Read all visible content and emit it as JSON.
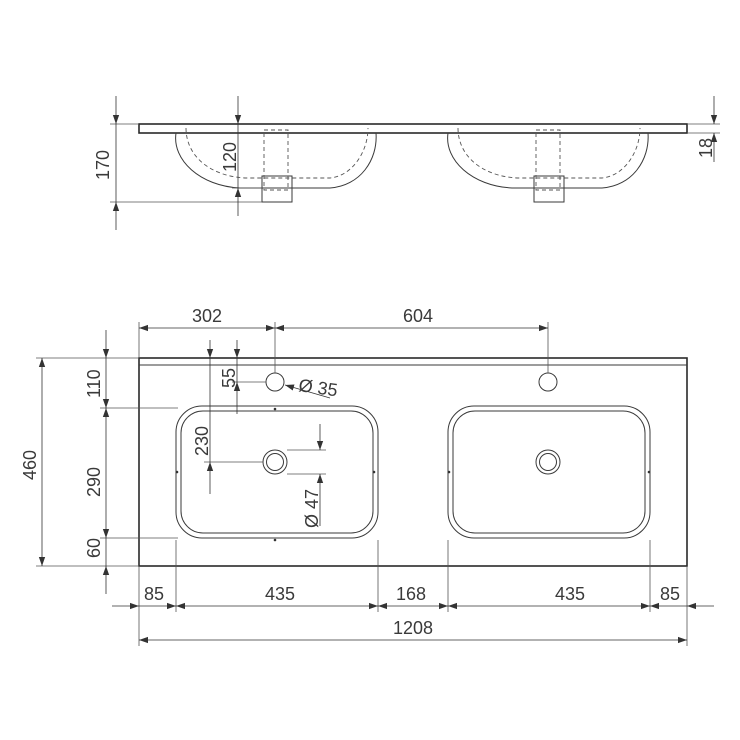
{
  "side_view": {
    "height_total": "170",
    "bowl_depth": "120",
    "slab_thickness": "18"
  },
  "top_view": {
    "faucet_offset": "302",
    "faucet_spacing": "604",
    "back_to_faucet": "55",
    "faucet_hole_diameter": "Ø 35",
    "depth_total": "460",
    "back_edge": "110",
    "bowl_length": "290",
    "drain_offset": "230",
    "drain_diameter": "Ø 47",
    "front_edge": "60",
    "side_margin_left": "85",
    "bowl_width_left": "435",
    "middle_gap": "168",
    "bowl_width_right": "435",
    "side_margin_right": "85",
    "width_total": "1208"
  },
  "colors": {
    "line": "#3a3a3a",
    "background": "#ffffff"
  }
}
